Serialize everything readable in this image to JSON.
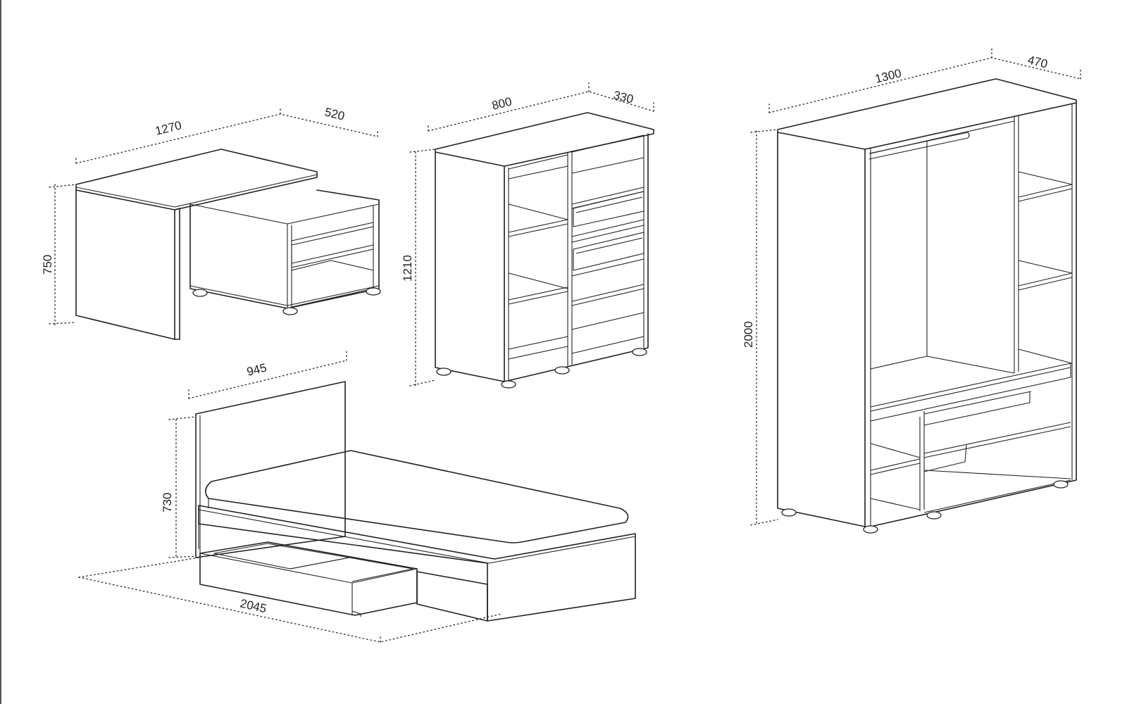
{
  "figure": {
    "items": [
      {
        "name": "desk",
        "width": "1270",
        "depth": "520",
        "height": "750"
      },
      {
        "name": "shelf-unit",
        "width": "800",
        "depth": "330",
        "height": "1210"
      },
      {
        "name": "wardrobe",
        "width": "1300",
        "depth": "470",
        "height": "2000"
      },
      {
        "name": "bed",
        "width": "945",
        "length": "2045",
        "height": "730"
      }
    ]
  },
  "colors": {
    "line": "#222222",
    "background": "#ffffff"
  }
}
